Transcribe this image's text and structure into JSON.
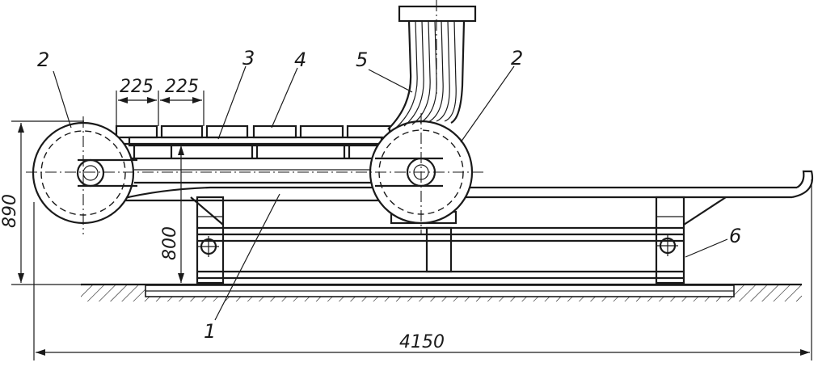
{
  "labels": {
    "frame": "1",
    "drum_left": "2",
    "drum_right": "2",
    "rollers": "3",
    "blocks": "4",
    "cables": "5",
    "support": "6"
  },
  "dimensions": {
    "pitch_a": "225",
    "pitch_b": "225",
    "overall_height": "890",
    "belt_height": "800",
    "overall_length": "4150"
  },
  "colors": {
    "ink": "#1a1a1a",
    "paper": "#ffffff"
  }
}
